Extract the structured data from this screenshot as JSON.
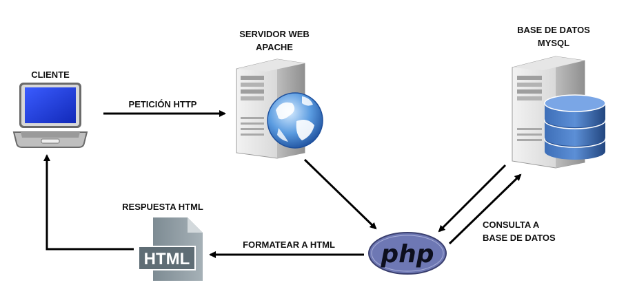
{
  "nodes": {
    "client": {
      "label": "CLIENTE"
    },
    "web_server": {
      "line1": "SERVIDOR WEB",
      "line2": "APACHE"
    },
    "database": {
      "line1": "BASE DE DATOS",
      "line2": "MYSQL"
    },
    "response": {
      "label": "RESPUESTA HTML",
      "file_text": "HTML"
    },
    "php": {
      "logo_text": "php"
    }
  },
  "edges": {
    "http_request": {
      "label": "PETICIÓN HTTP"
    },
    "format_html": {
      "label": "FORMATEAR A HTML"
    },
    "db_query": {
      "line1": "CONSULTA A",
      "line2": "BASE DE DATOS"
    }
  },
  "colors": {
    "arrow": "#000000",
    "screen": "#1e3fd6",
    "php_logo": "#6e78b4",
    "database": "#2f5a9e",
    "html_file": "#6f7d86"
  }
}
